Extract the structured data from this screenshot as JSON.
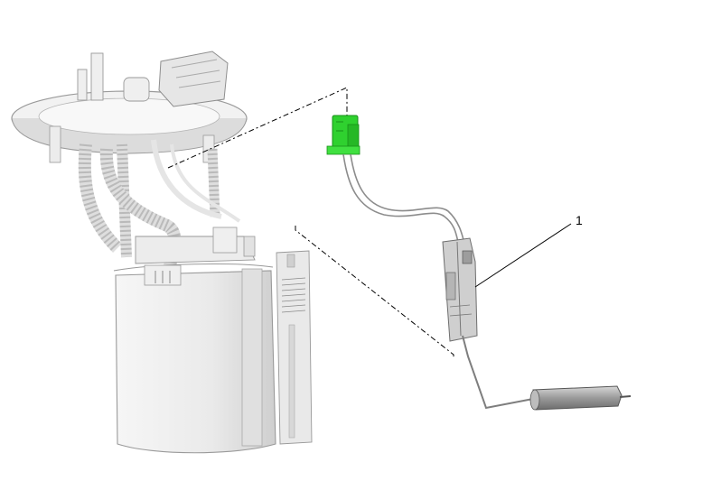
{
  "callouts": [
    {
      "label": "1"
    }
  ],
  "colors": {
    "background": "#ffffff",
    "part_body": "#ececec",
    "part_shadow": "#c9c9c9",
    "outline": "#8a8a8a",
    "highlight_connector": "#2fd12f",
    "leader_line": "#000000"
  },
  "parts": [
    "fuel-pump-module",
    "electrical-connector",
    "fuel-level-sensor",
    "float-arm",
    "float"
  ]
}
